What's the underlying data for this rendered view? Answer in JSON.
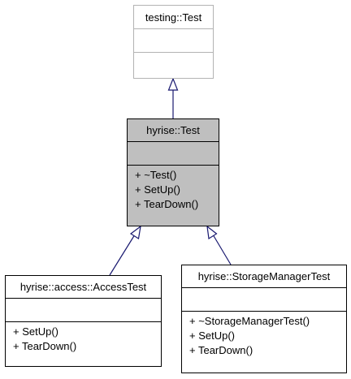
{
  "diagram": {
    "classes": {
      "testing_test": {
        "name": "testing::Test",
        "methods": []
      },
      "hyrise_test": {
        "name": "hyrise::Test",
        "methods": [
          "+ ~Test()",
          "+ SetUp()",
          "+ TearDown()"
        ]
      },
      "access_test": {
        "name": "hyrise::access::AccessTest",
        "methods": [
          "+ SetUp()",
          "+ TearDown()"
        ]
      },
      "storage_manager_test": {
        "name": "hyrise::StorageManagerTest",
        "methods": [
          "+ ~StorageManagerTest()",
          "+ SetUp()",
          "+ TearDown()"
        ]
      }
    },
    "colors": {
      "edge": "#191970",
      "base_border": "#b3b3b3",
      "focus_fill": "#bfbfbf",
      "box_border": "#000000"
    }
  }
}
